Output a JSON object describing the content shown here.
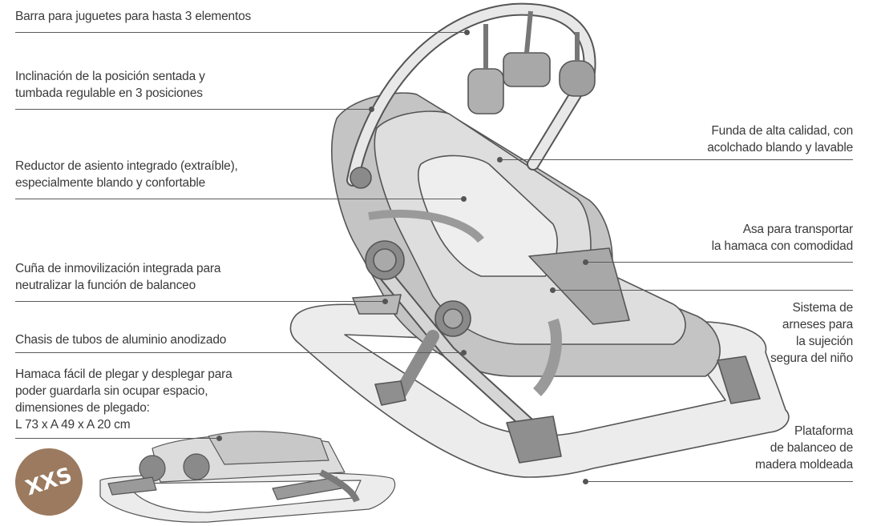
{
  "labels": {
    "toy_bar": "Barra para juguetes para hasta 3 elementos",
    "recline_1": "Inclinación de la posición sentada y",
    "recline_2": "tumbada regulable en 3 posiciones",
    "reducer_1": "Reductor de asiento integrado (extraíble),",
    "reducer_2": "especialmente blando y confortable",
    "wedge_1": "Cuña de inmovilización integrada para",
    "wedge_2": "neutralizar la función de balanceo",
    "chassis": "Chasis de tubos de aluminio anodizado",
    "fold_1": "Hamaca fácil de plegar y desplegar para",
    "fold_2": "poder guardarla sin ocupar espacio,",
    "fold_3": "dimensiones de plegado:",
    "fold_4": "L 73 x A 49 x A 20 cm",
    "cover_1": "Funda de alta calidad, con",
    "cover_2": "acolchado blando y lavable",
    "handle_1": "Asa para transportar",
    "handle_2": "la hamaca con comodidad",
    "harness_1": "Sistema de",
    "harness_2": "arneses para",
    "harness_3": "la sujeción",
    "harness_4": "segura del niño",
    "platform_1": "Plataforma",
    "platform_2": "de balanceo de",
    "platform_3": "madera moldeada"
  },
  "badge": {
    "text": "XXS",
    "color": "#9b7a5f"
  },
  "colors": {
    "frame": "#e6e6e6",
    "fabric": "#b5b5b5",
    "dark": "#8c8c8c",
    "line": "#5a5a5a"
  }
}
